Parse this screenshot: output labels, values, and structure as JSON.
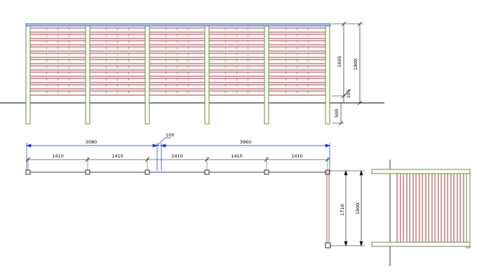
{
  "colors": {
    "post": "#6f8a4c",
    "post_fill": "#fbfbf7",
    "plank": "#8a3a3a",
    "plank_fill": "#faf4f4",
    "cap": "#3a5aa8",
    "dim_black": "#000000",
    "dim_blue": "#1a2ecc",
    "ground": "#000000"
  },
  "elevation": {
    "panels": 5,
    "planks_per_panel": 11,
    "dims": {
      "total_height": "1800",
      "panel_height": "1695",
      "gap": "105",
      "post_depth": "500"
    }
  },
  "plan": {
    "overall_left": "3080",
    "overall_right": "3960",
    "offset": "100",
    "spans": [
      "1410",
      "1410",
      "1410",
      "1410",
      "1410"
    ],
    "side_inner": "1710",
    "side_outer": "1800"
  },
  "side_view": {
    "boards": 11
  }
}
